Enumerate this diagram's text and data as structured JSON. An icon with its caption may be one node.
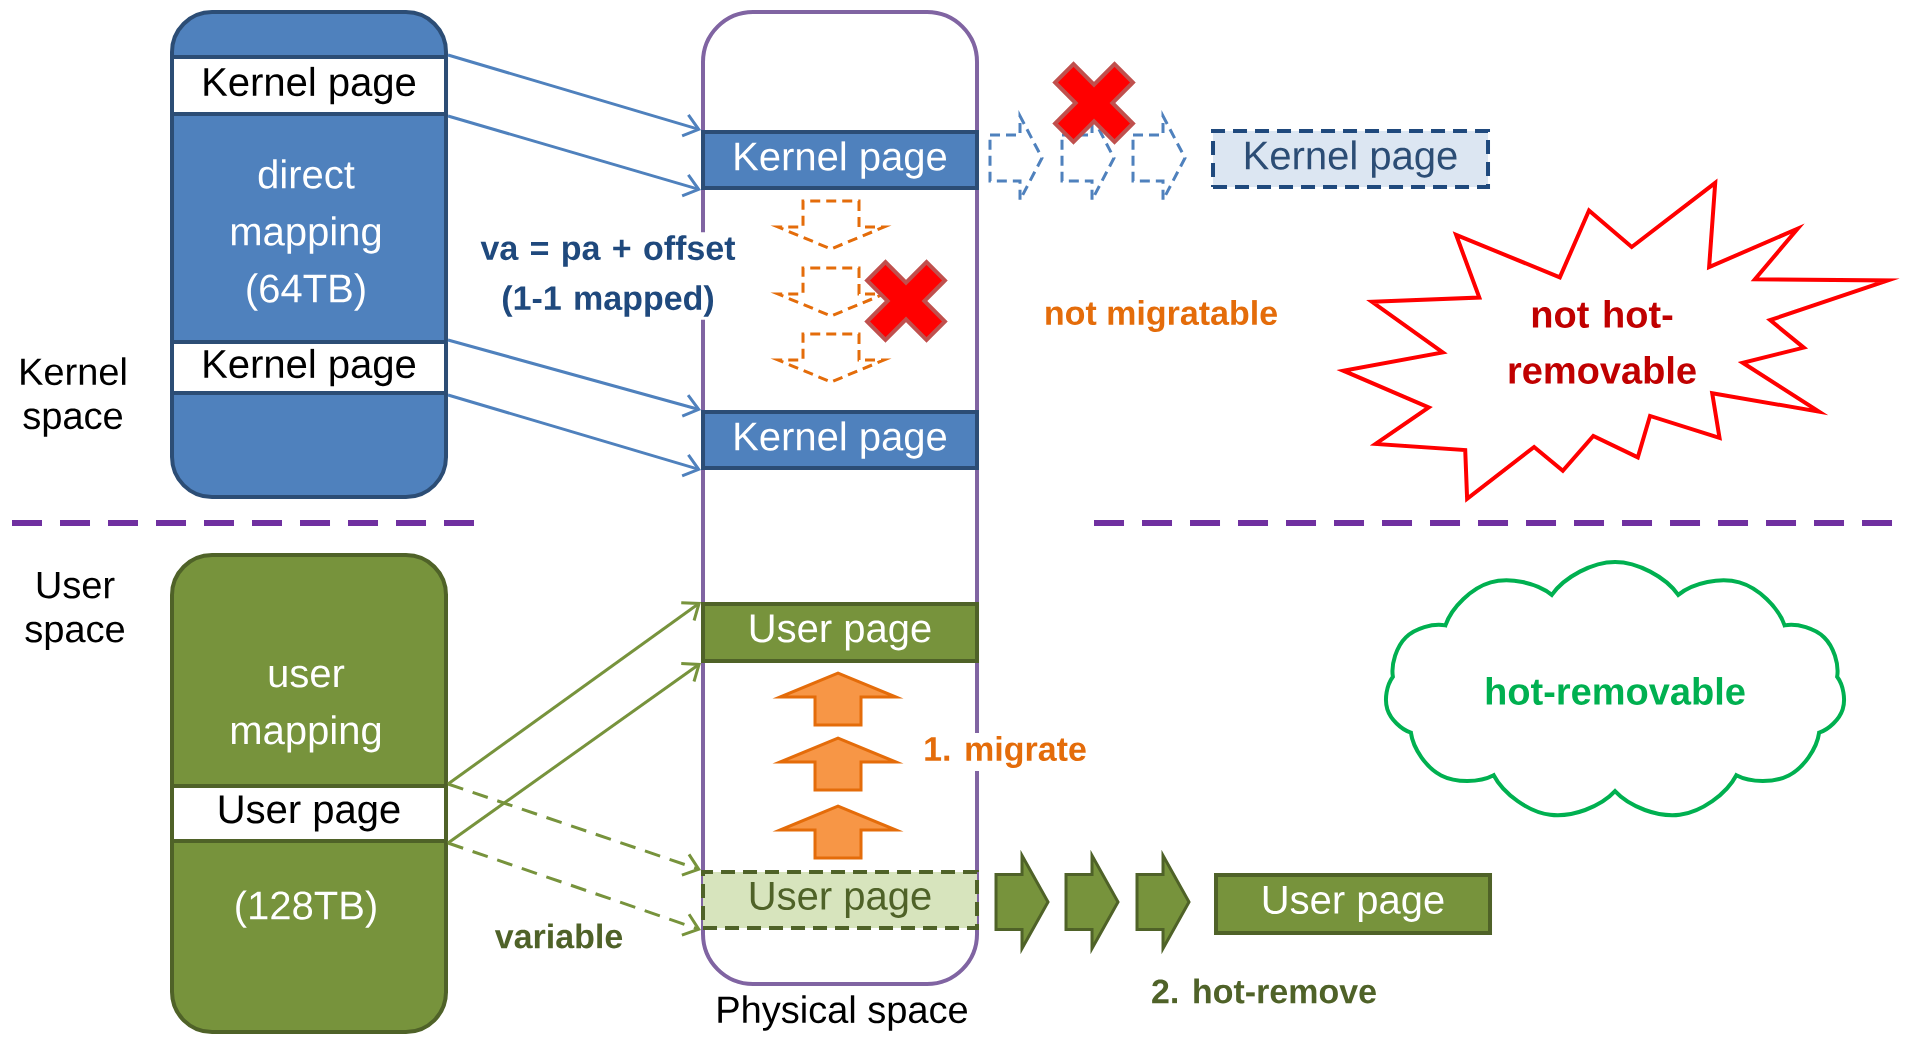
{
  "diagram": {
    "nodes": [
      {
        "text": [
          "direct mapping (64TB)"
        ]
      },
      {
        "text": [
          "Kernel page"
        ],
        "in": 0
      },
      {
        "text": [
          "Kernel page"
        ],
        "in": 0
      },
      {
        "text": [
          "user mapping",
          "(128TB)"
        ]
      },
      {
        "text": [
          "User page"
        ],
        "in": 3
      },
      {
        "text": [
          "Physical space"
        ]
      },
      {
        "text": [
          "Kernel page"
        ],
        "in": 5
      },
      {
        "text": [
          "Kernel page"
        ],
        "in": 5
      },
      {
        "text": [
          "User page"
        ],
        "in": 5
      },
      {
        "text": [
          "User page"
        ],
        "in": 5
      },
      {
        "text": [
          "Kernel page"
        ]
      },
      {
        "text": [
          "User page"
        ]
      },
      {
        "text": [
          "not hot-removable"
        ]
      },
      {
        "text": [
          "hot-removable"
        ]
      }
    ],
    "edges": [
      {
        "from": 1,
        "to": 6,
        "arrow": "to",
        "color": "#4f81bd"
      },
      {
        "from": 1,
        "to": 6,
        "arrow": "to",
        "color": "#4f81bd"
      },
      {
        "from": 2,
        "to": 7,
        "arrow": "to",
        "color": "#4f81bd"
      },
      {
        "from": 2,
        "to": 7,
        "arrow": "to",
        "color": "#4f81bd"
      },
      {
        "from": 4,
        "to": 8,
        "arrow": "to",
        "color": "#77933c"
      },
      {
        "from": 4,
        "to": 8,
        "arrow": "to",
        "color": "#77933c"
      },
      {
        "from": 4,
        "to": 9,
        "arrow": "to",
        "style": "dashed",
        "color": "#77933c"
      },
      {
        "from": 4,
        "to": 9,
        "arrow": "to",
        "style": "dashed",
        "color": "#77933c"
      }
    ],
    "labels": [
      "va = pa + offset (1-1 mapped)",
      "not migratable",
      "Kernel space",
      "User space",
      "1. migrate",
      "variable",
      "2. hot-remove"
    ]
  }
}
